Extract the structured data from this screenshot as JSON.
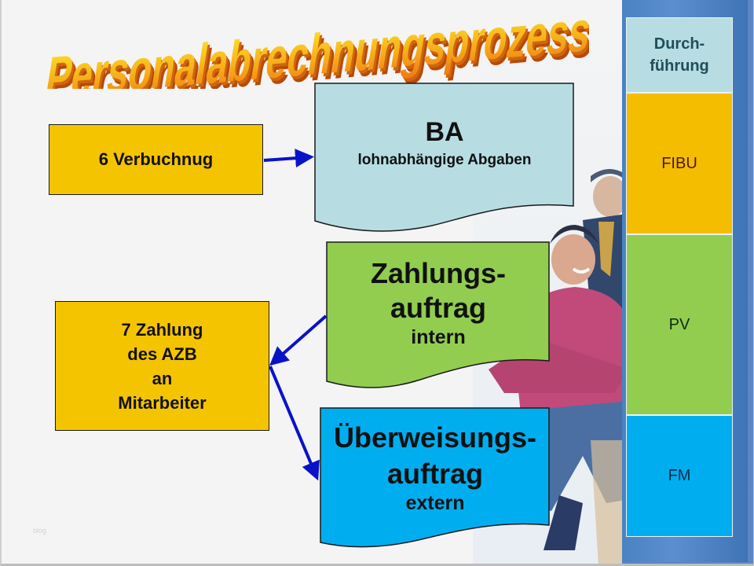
{
  "slide": {
    "title": "Personalabrechnungsprozess",
    "watermark": "blog"
  },
  "left_boxes": [
    {
      "id": "verbuchung",
      "label": "6 Verbuchnug",
      "color": "#f5c400"
    },
    {
      "id": "zahlung",
      "lines": [
        "7 Zahlung",
        "des AZB",
        "an",
        "Mitarbeiter"
      ],
      "color": "#f5c400"
    }
  ],
  "documents": [
    {
      "id": "ba",
      "heading": "BA",
      "subtitle": "lohnabhängige Abgaben",
      "color": "#b7dde3"
    },
    {
      "id": "zahlungsauftrag",
      "heading_line1": "Zahlungs-",
      "heading_line2": "auftrag",
      "subtitle": "intern",
      "color": "#92cd50"
    },
    {
      "id": "ueberweisungsauftrag",
      "heading_line1": "Überweisungs-",
      "heading_line2": "auftrag",
      "subtitle": "extern",
      "color": "#00aeef"
    }
  ],
  "responsibility_column": {
    "header_line1": "Durch-",
    "header_line2": "führung",
    "rows": [
      {
        "label": "FIBU",
        "color": "#f5bd00"
      },
      {
        "label": "PV",
        "color": "#92cd50"
      },
      {
        "label": "FM",
        "color": "#00aeef"
      }
    ],
    "header_color": "#b7dde3"
  },
  "colors": {
    "arrow": "#0a12c8",
    "band": "#4a82c2",
    "background": "#f4f4f4"
  }
}
